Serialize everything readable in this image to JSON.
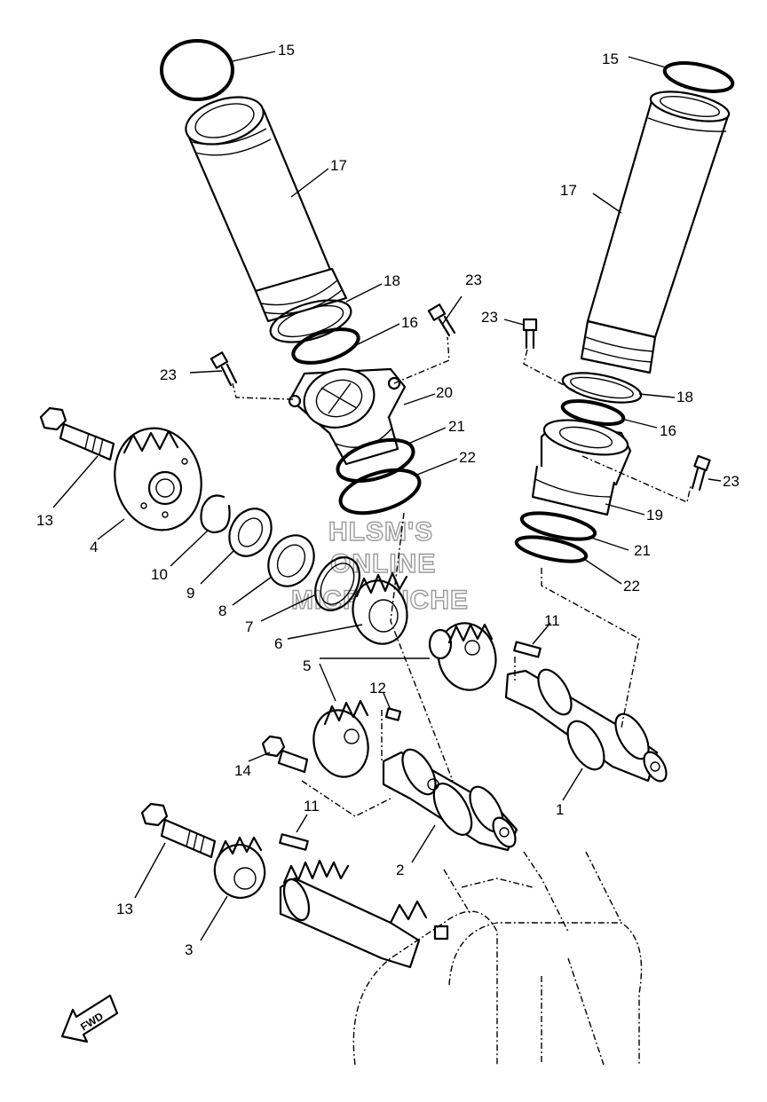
{
  "watermark": {
    "line1": "HLSM'S",
    "line2": "ONLINE",
    "line3": "MICROFICHE"
  },
  "fwd_label": "FWD",
  "callouts": {
    "c15_left": "15",
    "c15_right": "15",
    "c17_left": "17",
    "c17_right": "17",
    "c18_left": "18",
    "c18_right": "18",
    "c16_left": "16",
    "c16_right": "16",
    "c23_a": "23",
    "c23_b": "23",
    "c23_c": "23",
    "c23_d": "23",
    "c20": "20",
    "c21_left": "21",
    "c21_right": "21",
    "c22_left": "22",
    "c22_right": "22",
    "c19": "19",
    "c13_top": "13",
    "c13_bottom": "13",
    "c4": "4",
    "c10": "10",
    "c9": "9",
    "c8": "8",
    "c7": "7",
    "c6": "6",
    "c5": "5",
    "c11_top": "11",
    "c11_bottom": "11",
    "c12": "12",
    "c14": "14",
    "c1": "1",
    "c2": "2",
    "c3": "3"
  }
}
